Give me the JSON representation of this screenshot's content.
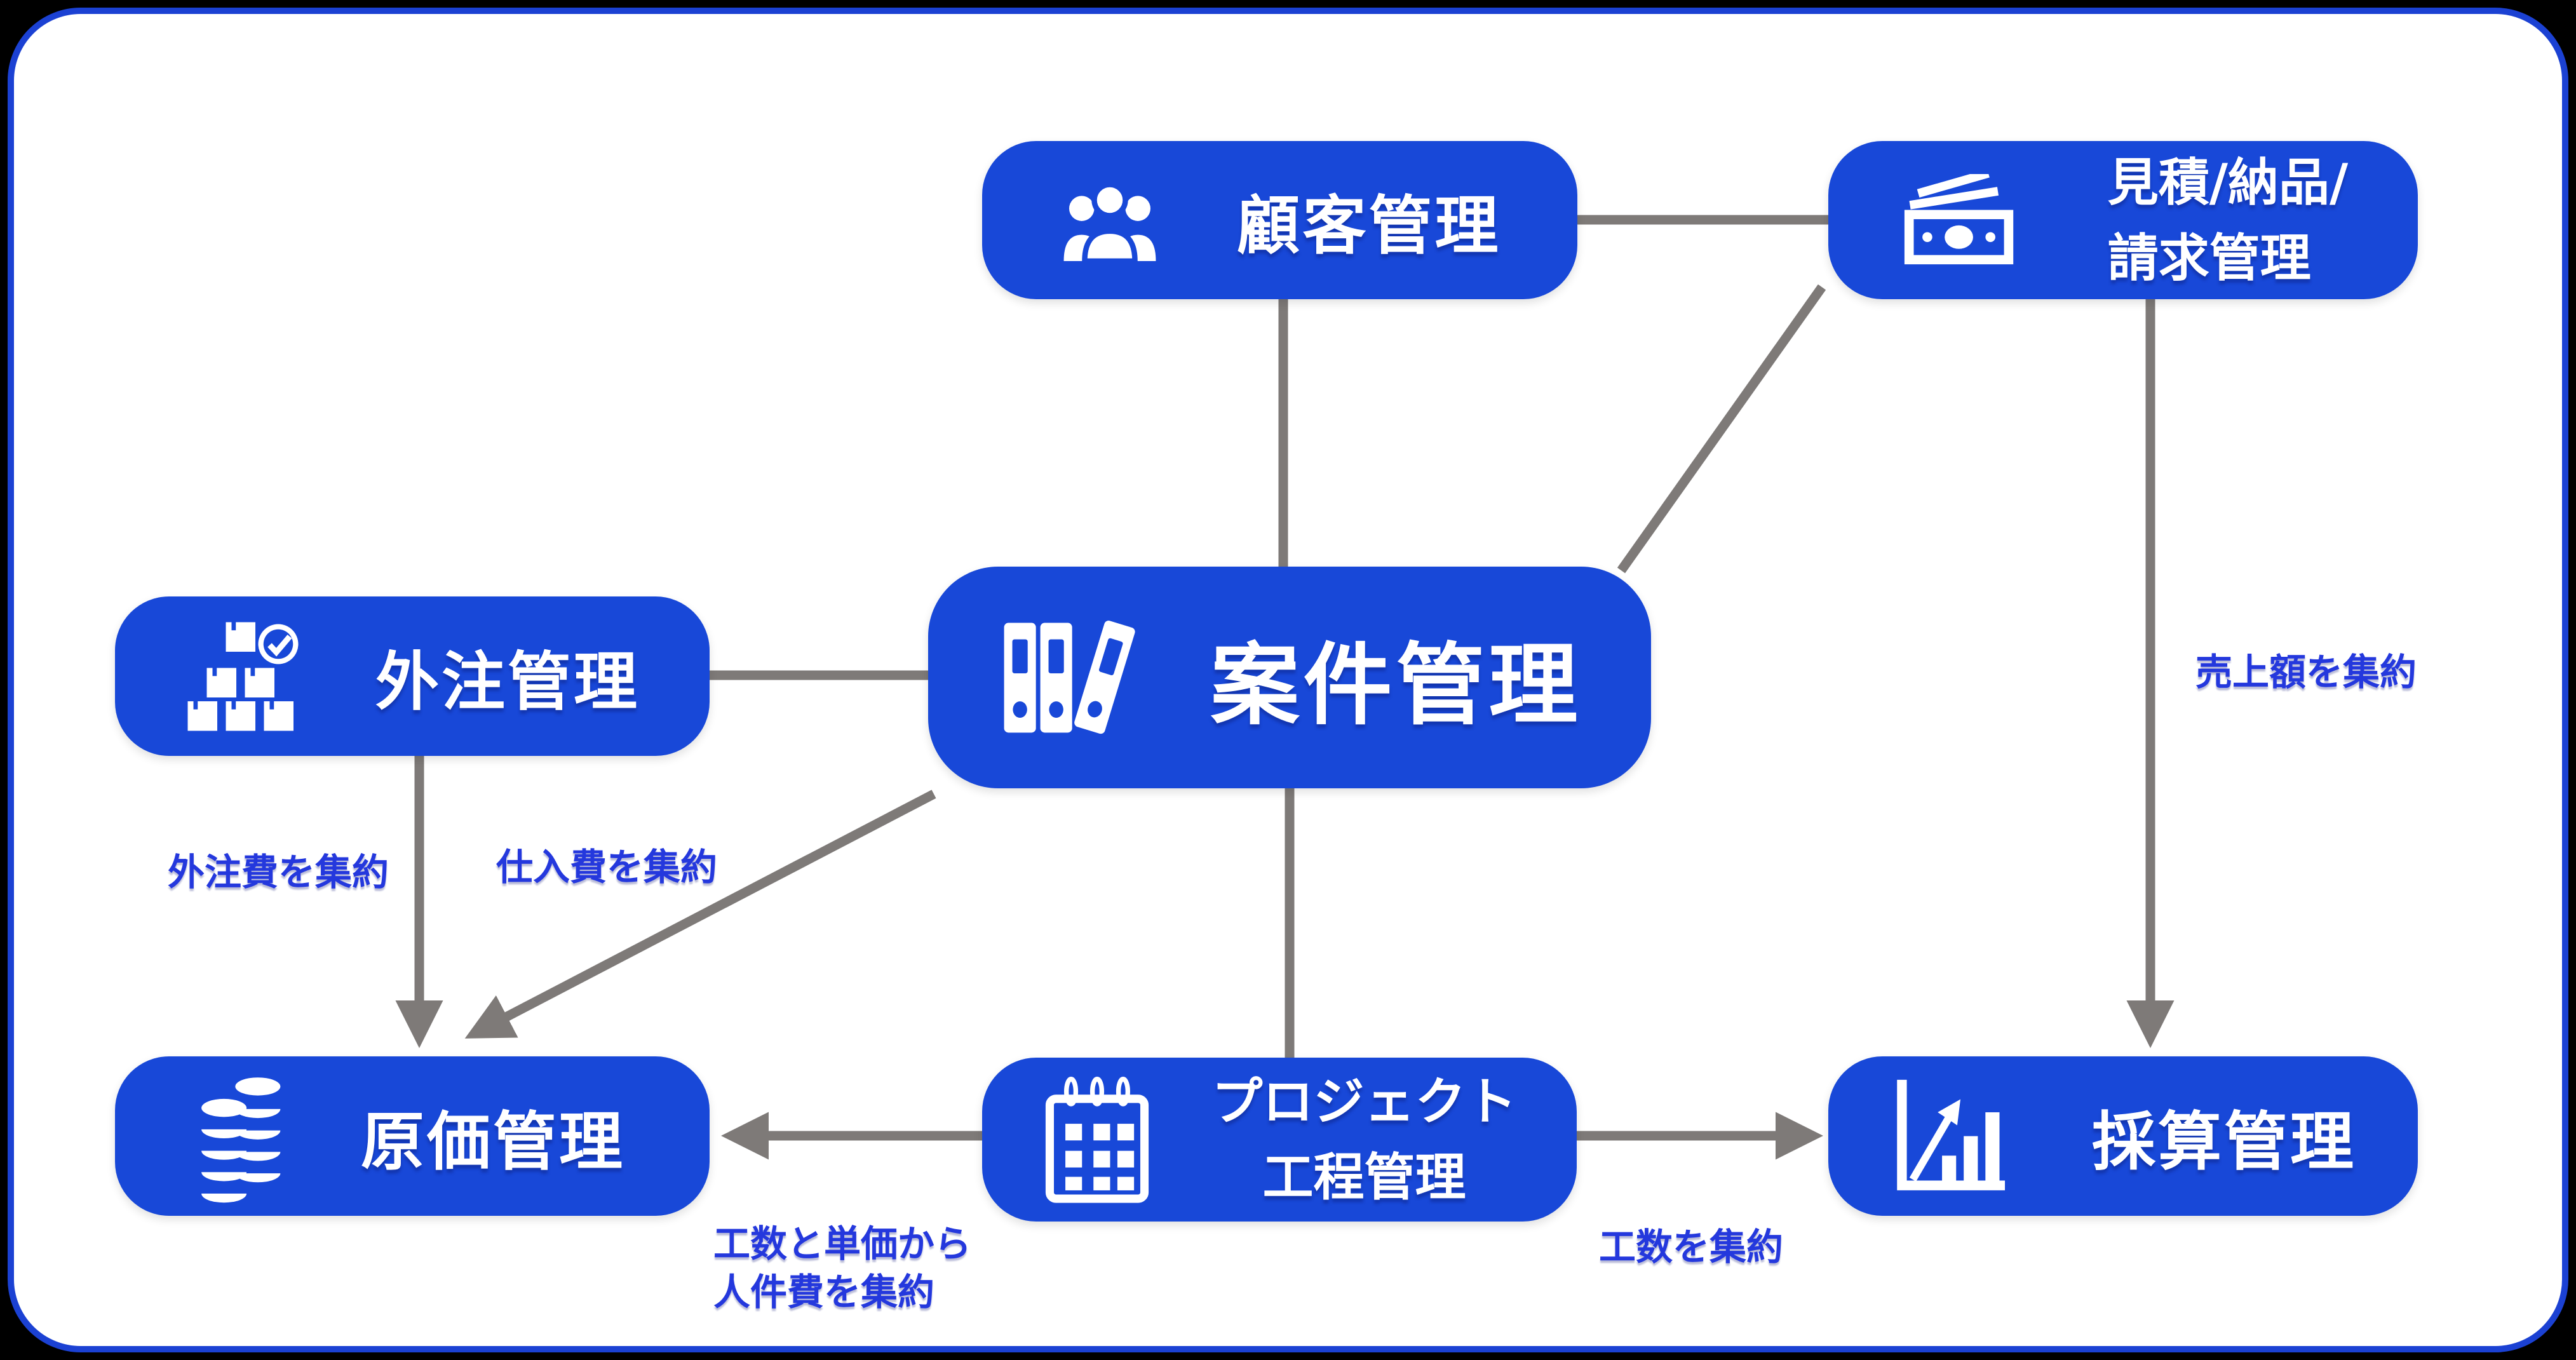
{
  "colors": {
    "background": "#000000",
    "surface": "#ffffff",
    "frame_border": "#1b41d3",
    "node_blue": "#1848d8",
    "edge_label_blue": "#2438dd",
    "connector_gray": "#7e7a78",
    "node_text": "#ffffff"
  },
  "nodes": {
    "customer": {
      "label": "顧客管理",
      "icon": "users-icon"
    },
    "quote": {
      "line1": "見積/納品/",
      "line2": "請求管理",
      "icon": "banknotes-icon"
    },
    "outsourcing": {
      "label": "外注管理",
      "icon": "boxes-check-icon"
    },
    "case": {
      "label": "案件管理",
      "icon": "binders-icon"
    },
    "cost": {
      "label": "原価管理",
      "icon": "coin-stacks-icon"
    },
    "process": {
      "line1": "プロジェクト",
      "line2": "工程管理",
      "icon": "calendar-icon"
    },
    "profit": {
      "label": "採算管理",
      "icon": "bar-chart-icon"
    }
  },
  "edge_labels": {
    "outsourcing_cost": "外注費を集約",
    "purchase_cost": "仕入費を集約",
    "sales_amount": "売上額を集約",
    "labor_cost_line1": "工数と単価から",
    "labor_cost_line2": "人件費を集約",
    "man_hours": "工数を集約"
  }
}
